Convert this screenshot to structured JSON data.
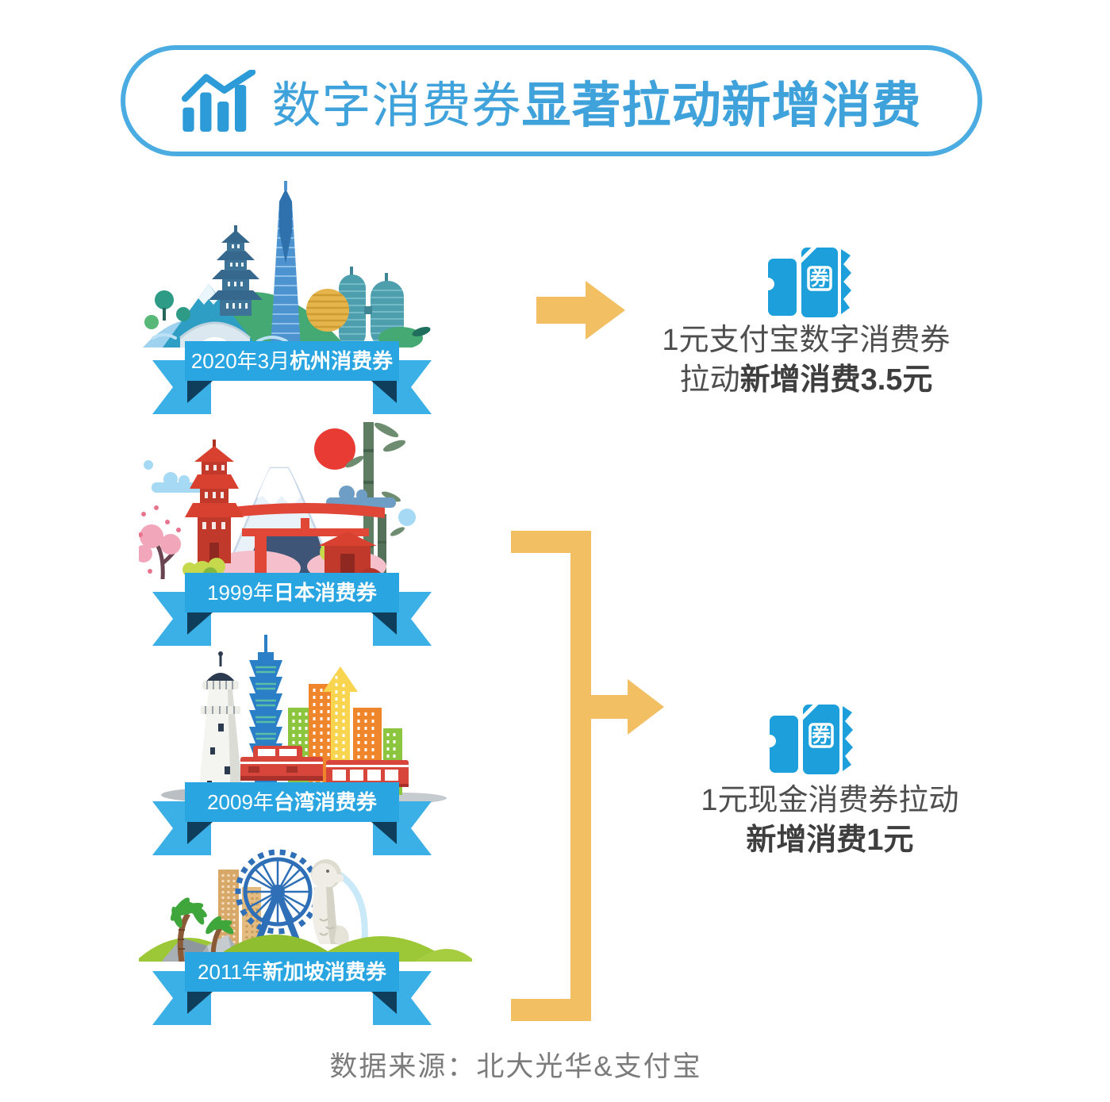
{
  "title": {
    "light": "数字消费券",
    "bold": "显著拉动新增消费",
    "icon": "bar-chart-trend-icon"
  },
  "cards": [
    {
      "city": "hangzhou",
      "year": "2020年3月",
      "place": "杭州消费券"
    },
    {
      "city": "japan",
      "year": "1999年",
      "place": "日本消费券"
    },
    {
      "city": "taiwan",
      "year": "2009年",
      "place": "台湾消费券"
    },
    {
      "city": "singapore",
      "year": "2011年",
      "place": "新加坡消费券"
    }
  ],
  "results": [
    {
      "ticket_char": "券",
      "line1": "1元支付宝数字消费券",
      "line2_regular": "拉动",
      "line2_bold": "新增消费3.5元"
    },
    {
      "ticket_char": "券",
      "line1": "1元现金消费券拉动",
      "line2_regular": "",
      "line2_bold": "新增消费1元"
    }
  ],
  "footer": {
    "source": "数据来源：北大光华&支付宝"
  },
  "colors": {
    "title_blue": "#3FA2DB",
    "border_blue": "#4BACE2",
    "ribbon_band_blue": "#29A5E1",
    "ribbon_tail_blue": "#3BB0E7",
    "ribbon_fold_navy": "#0F3E5C",
    "voucher_blue": "#1C9FDB",
    "arrow_gold": "#F2BF63",
    "text_dark": "#4E4E4E",
    "footer_gray": "#7B7B7B"
  }
}
